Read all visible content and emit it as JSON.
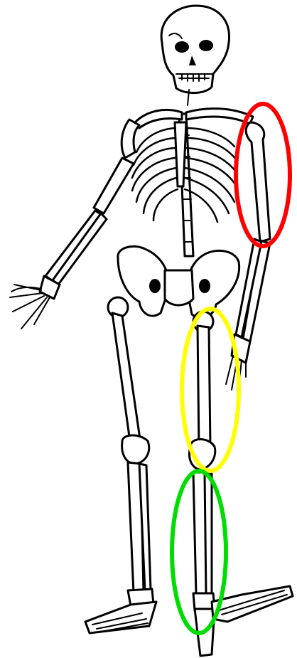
{
  "highlights": [
    {
      "bone": "humerus",
      "color": "#ff0000"
    },
    {
      "bone": "femur",
      "color": "#ffff00"
    },
    {
      "bone": "tibia",
      "color": "#00dd00"
    }
  ]
}
